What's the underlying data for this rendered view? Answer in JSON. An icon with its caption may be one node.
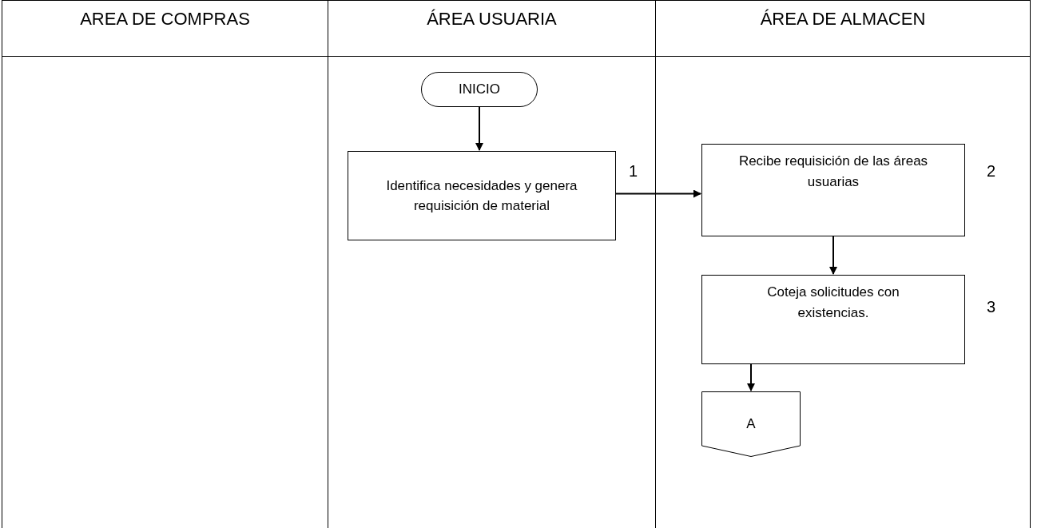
{
  "diagram": {
    "nodes": [
      {
        "text": [
          "AREA DE COMPRAS"
        ]
      },
      {
        "text": [
          "ÁREA USUARIA"
        ]
      },
      {
        "text": [
          "INICIO"
        ],
        "in": 1
      },
      {
        "text": [
          "Identifica necesidades y genera requisición de material"
        ],
        "in": 1,
        "beside": [
          "1"
        ]
      },
      {
        "text": [
          "ÁREA DE ALMACEN"
        ]
      },
      {
        "text": [
          "Recibe requisición de las áreas usuarias"
        ],
        "in": 4,
        "beside": [
          "2"
        ]
      },
      {
        "text": [
          "Coteja solicitudes con existencias."
        ],
        "in": 4,
        "beside": [
          "3"
        ]
      },
      {
        "text": [
          "A"
        ],
        "in": 4
      }
    ],
    "edges": [
      {
        "from": 2,
        "to": 3,
        "arrow": "to"
      },
      {
        "from": 3,
        "to": 5,
        "arrow": "to"
      },
      {
        "from": 5,
        "to": 6,
        "arrow": "to"
      },
      {
        "from": 6,
        "to": 7,
        "arrow": "to"
      }
    ]
  }
}
